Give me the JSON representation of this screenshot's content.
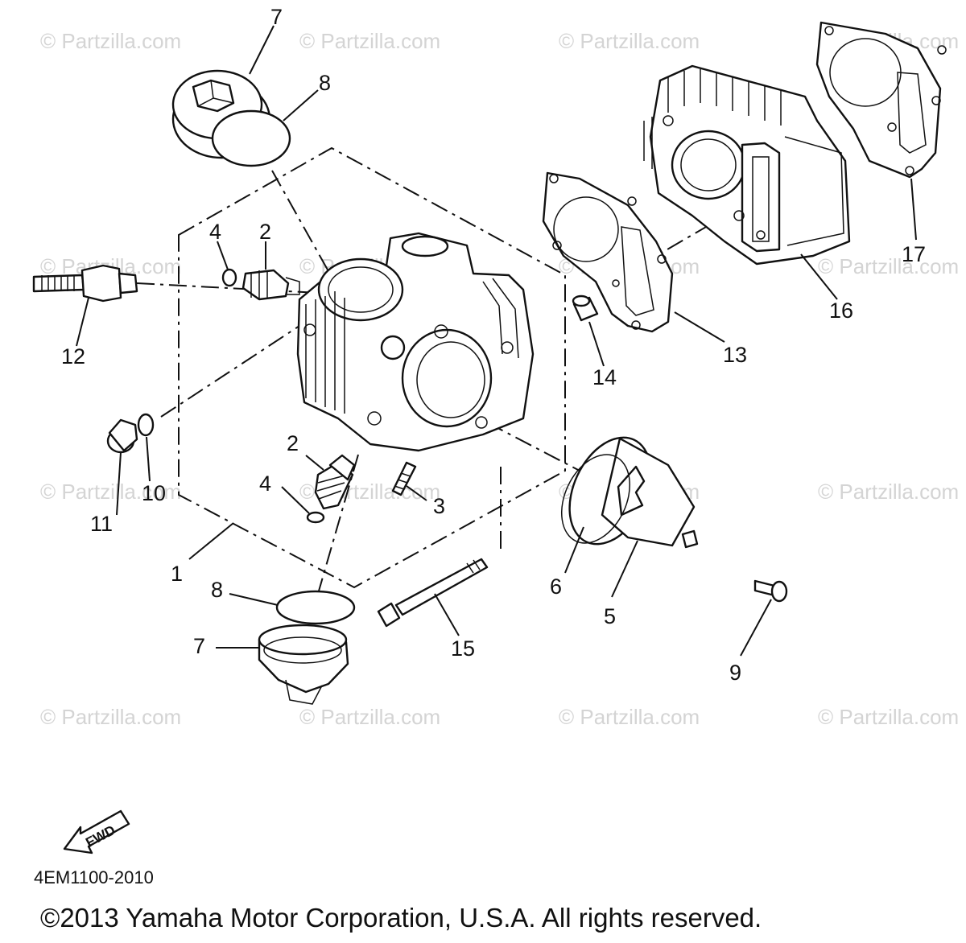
{
  "watermark": "© Partzilla.com",
  "diagram_code": "4EM1100-2010",
  "copyright": "©2013 Yamaha Motor Corporation, U.S.A. All rights reserved.",
  "fwd_label": "FWD",
  "callouts": {
    "c1": "1",
    "c2a": "2",
    "c2b": "2",
    "c3": "3",
    "c4a": "4",
    "c4b": "4",
    "c5": "5",
    "c6": "6",
    "c7a": "7",
    "c7b": "7",
    "c8a": "8",
    "c8b": "8",
    "c9": "9",
    "c10": "10",
    "c11": "11",
    "c12": "12",
    "c13": "13",
    "c14": "14",
    "c15": "15",
    "c16": "16",
    "c17": "17"
  }
}
